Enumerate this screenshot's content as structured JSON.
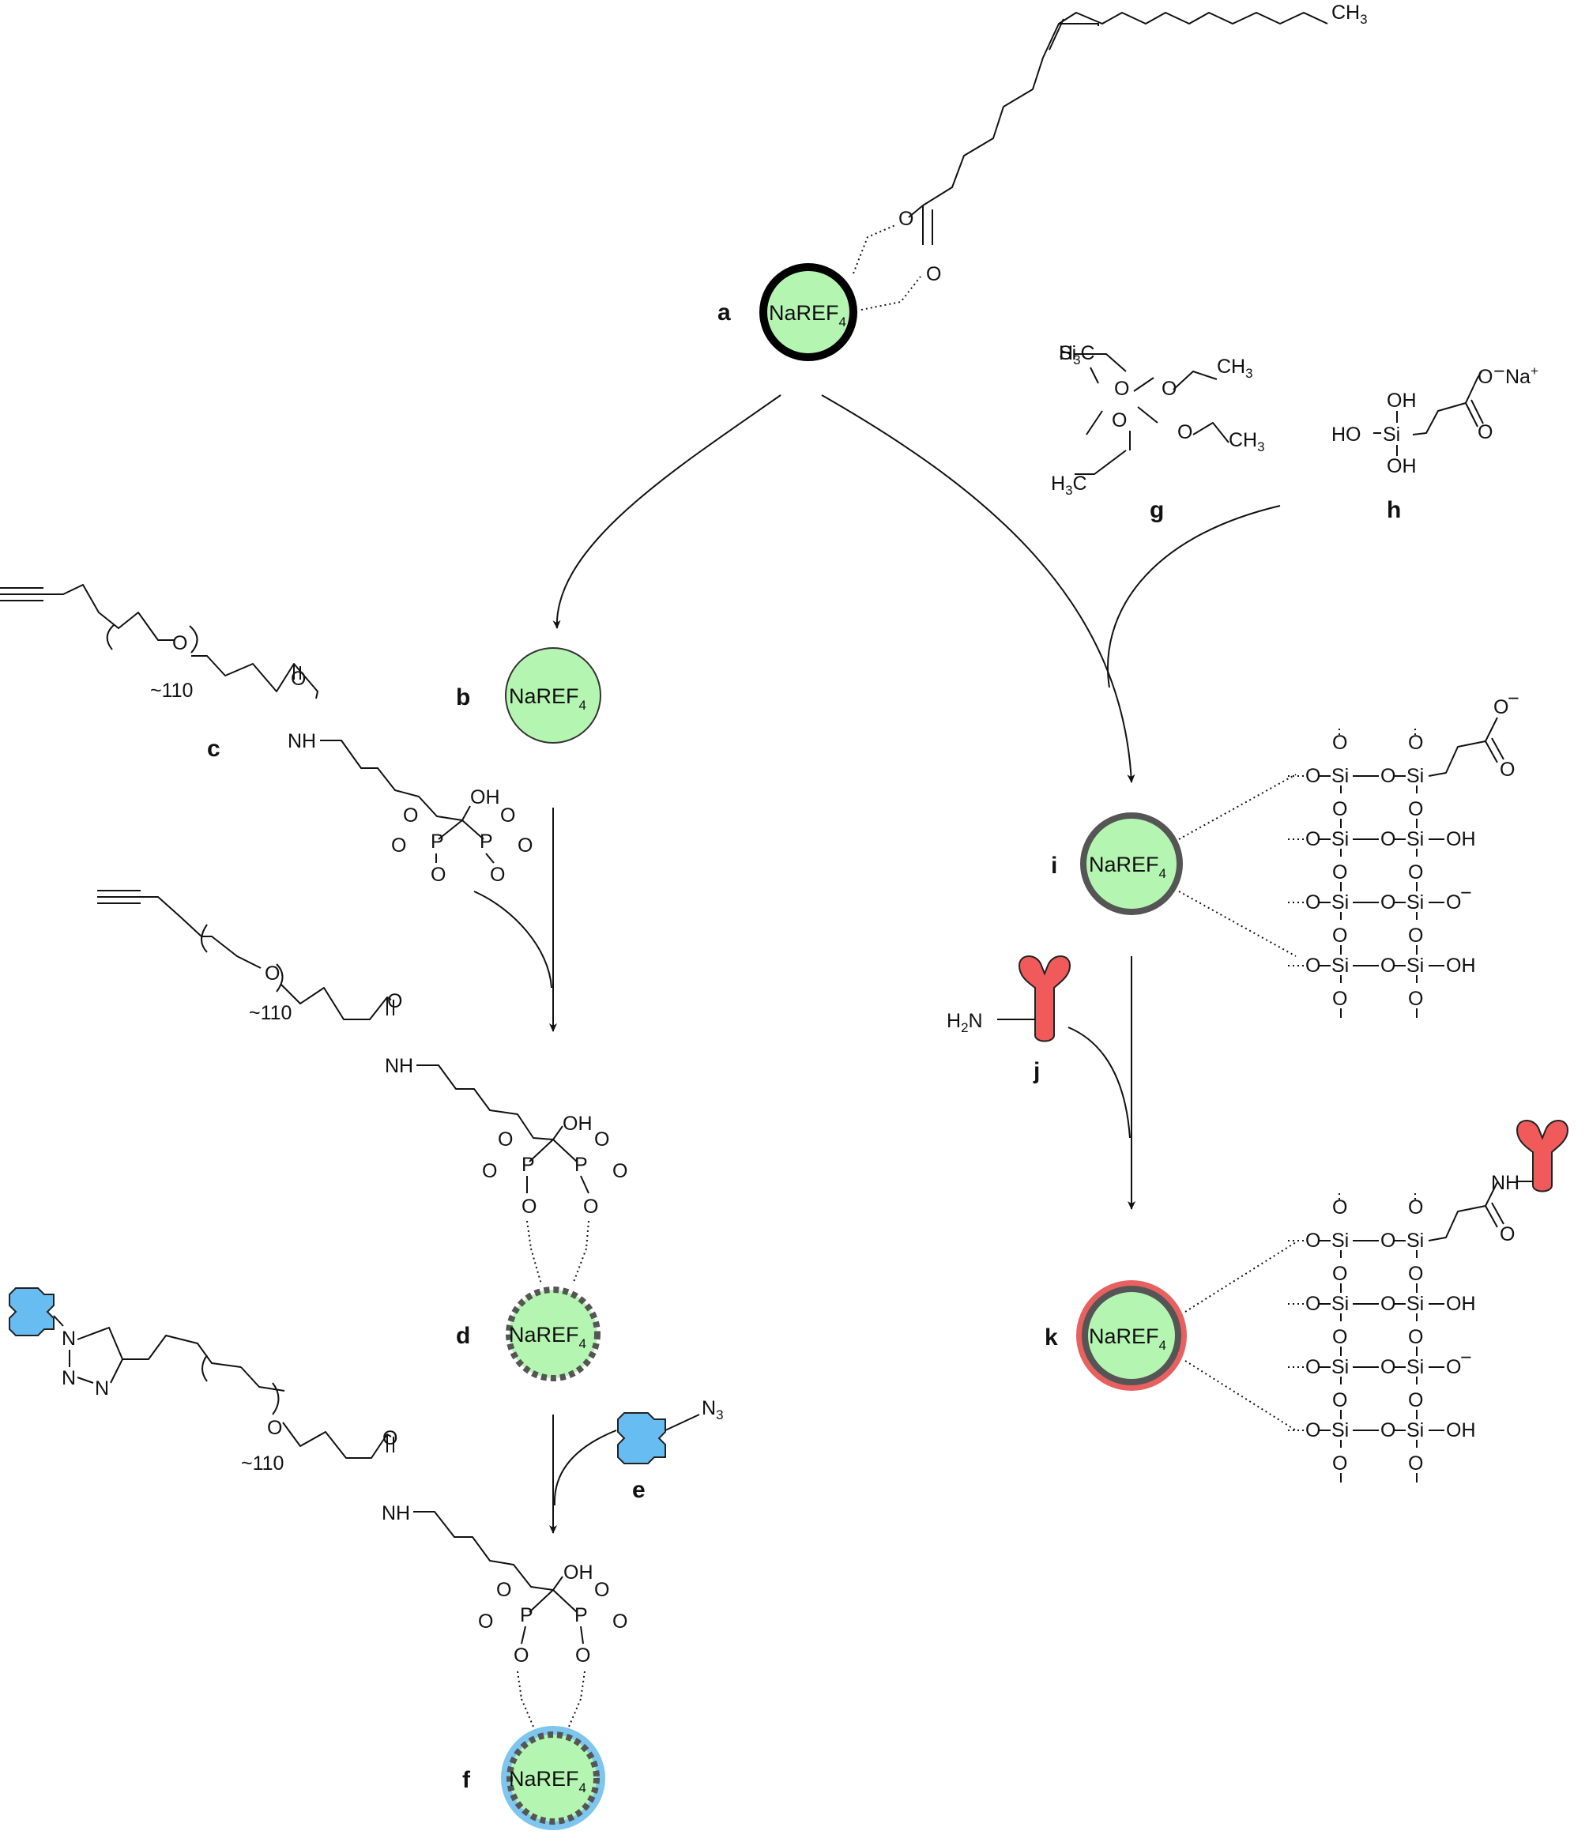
{
  "labels": {
    "a": "a",
    "b": "b",
    "c": "c",
    "d": "d",
    "e": "e",
    "f": "f",
    "g": "g",
    "h": "h",
    "i": "i",
    "j": "j",
    "k": "k"
  },
  "core": {
    "text": "NaREF",
    "sub": "4"
  },
  "atoms": {
    "O": "O",
    "OH": "OH",
    "HO": "HO",
    "NH": "NH",
    "P": "P",
    "Si": "Si",
    "N": "N",
    "minus": "−",
    "ch3_ch": "CH",
    "h3_h": "H",
    "three": "3",
    "c": "C",
    "na": "Na",
    "plus": "+",
    "h2": "H",
    "n3": "N",
    "ch3_ch3": "CH3",
    "h2n": "H2N",
    "sub2": "2",
    "sub3": "3"
  },
  "peg_repeat": "~110",
  "colors": {
    "core_fill": "#b5f5b2",
    "ligand_blue": "#67bdf2",
    "antibody_red": "#f05a5a",
    "shell_grey": "#555555",
    "shell_red": "#e8605f",
    "shell_blue": "#7ec6ee"
  },
  "icons": {
    "blue_molecule": "blue-puzzle-icon",
    "antibody": "antibody-icon"
  }
}
